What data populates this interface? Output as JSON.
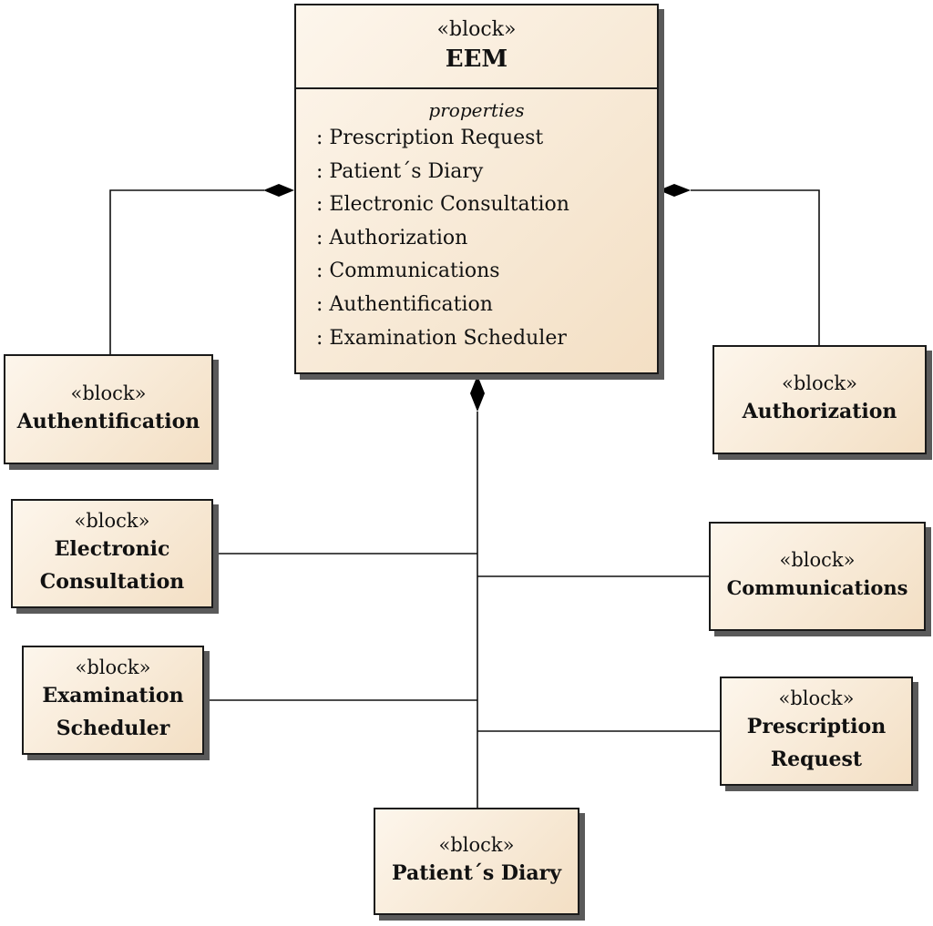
{
  "main_block": {
    "stereotype": "«block»",
    "name": "EEM",
    "compartment_label": "properties",
    "properties": [
      ": Prescription Request",
      ": Patient´s Diary",
      ": Electronic Consultation",
      ": Authorization",
      ": Communications",
      ": Authentification",
      ": Examination Scheduler"
    ]
  },
  "blocks": [
    {
      "id": "authentification",
      "stereotype": "«block»",
      "name": "Authentification"
    },
    {
      "id": "authorization",
      "stereotype": "«block»",
      "name": "Authorization"
    },
    {
      "id": "electronic-consultation",
      "stereotype": "«block»",
      "name": "Electronic\nConsultation"
    },
    {
      "id": "communications",
      "stereotype": "«block»",
      "name": "Communications"
    },
    {
      "id": "examination-scheduler",
      "stereotype": "«block»",
      "name": "Examination\nScheduler"
    },
    {
      "id": "prescription-request",
      "stereotype": "«block»",
      "name": "Prescription\nRequest"
    },
    {
      "id": "patients-diary",
      "stereotype": "«block»",
      "name": "Patient´s Diary"
    }
  ],
  "relationship": "composition"
}
